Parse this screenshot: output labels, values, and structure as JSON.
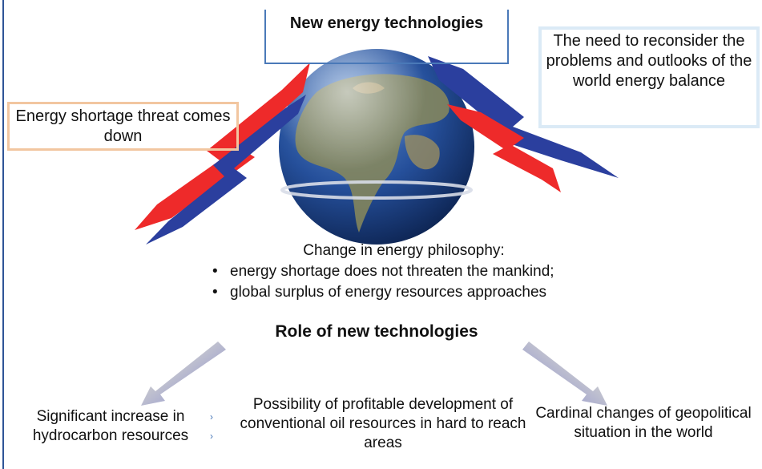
{
  "diagram": {
    "top_title": "New energy technologies",
    "left_box": "Energy shortage threat comes down",
    "right_box": "The need to reconsider the problems and outlooks of the world energy balance",
    "philosophy": {
      "heading": "Change in energy philosophy:",
      "bullets": [
        "energy shortage does not threaten the mankind;",
        "global surplus of energy resources approaches"
      ]
    },
    "role_title": "Role of new technologies",
    "outcomes": [
      "Significant increase in hydrocarbon resources",
      "Possibility of profitable development of conventional oil resources in hard to reach areas",
      "Cardinal changes of geopolitical situation in the world"
    ]
  },
  "colors": {
    "frame_blue": "#2f5597",
    "arrow_red": "#ee2a2a",
    "arrow_blue": "#2b3f9e",
    "orange_border": "#f2c6a0",
    "light_blue_border": "#dbeaf6",
    "bottom_arrow": "#8a8fd0"
  },
  "icons": [
    "globe-icon",
    "zigzag-arrow-icon",
    "down-arrow-icon"
  ]
}
